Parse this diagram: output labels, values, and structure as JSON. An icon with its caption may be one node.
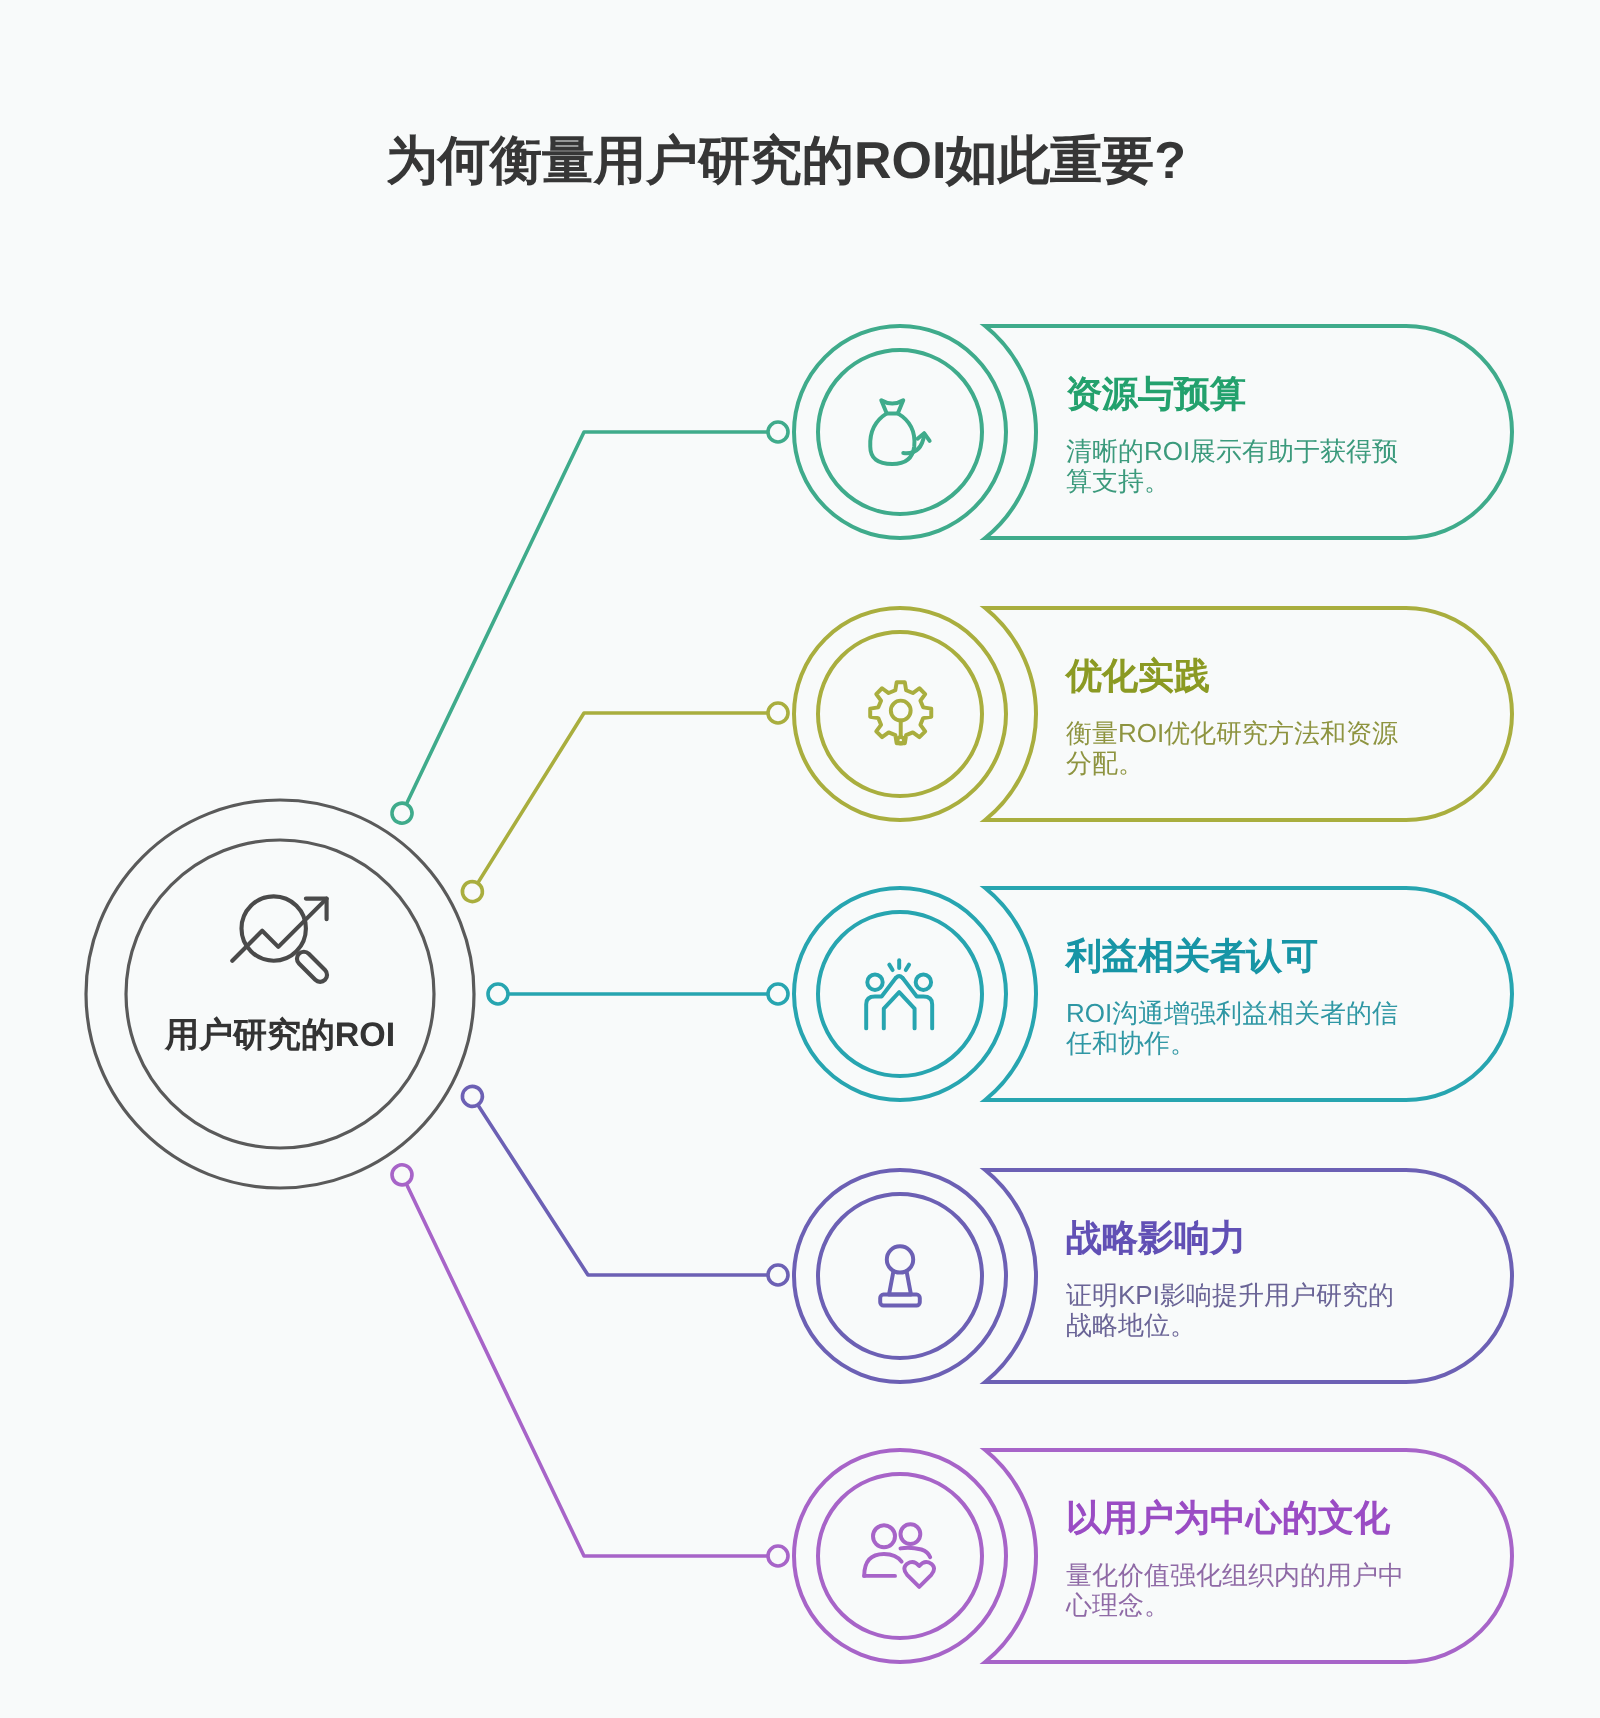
{
  "diagram": {
    "title": "为何衡量用户研究的ROI如此重要?",
    "nodes": [
      {
        "text": [
          "用户研究的ROI"
        ]
      },
      {
        "text": [
          "资源与预算",
          "清晰的ROI展示有助于获得预算支持。"
        ]
      },
      {
        "text": [
          "优化实践",
          "衡量ROI优化研究方法和资源分配。"
        ]
      },
      {
        "text": [
          "利益相关者认可",
          "ROI沟通增强利益相关者的信任和协作。"
        ]
      },
      {
        "text": [
          "战略影响力",
          "证明KPI影响提升用户研究的战略地位。"
        ]
      },
      {
        "text": [
          "以用户为中心的文化",
          "量化价值强化组织内的用户中心理念。"
        ]
      }
    ],
    "edges": [
      {
        "from": 0,
        "to": 1,
        "arrow": "other",
        "color": "#3fab8b"
      },
      {
        "from": 0,
        "to": 2,
        "arrow": "other",
        "color": "#a9ae3e"
      },
      {
        "from": 0,
        "to": 3,
        "arrow": "other",
        "color": "#27a5b0"
      },
      {
        "from": 0,
        "to": 4,
        "arrow": "other",
        "color": "#6c60b4"
      },
      {
        "from": 0,
        "to": 5,
        "arrow": "other",
        "color": "#a764c8"
      }
    ]
  }
}
